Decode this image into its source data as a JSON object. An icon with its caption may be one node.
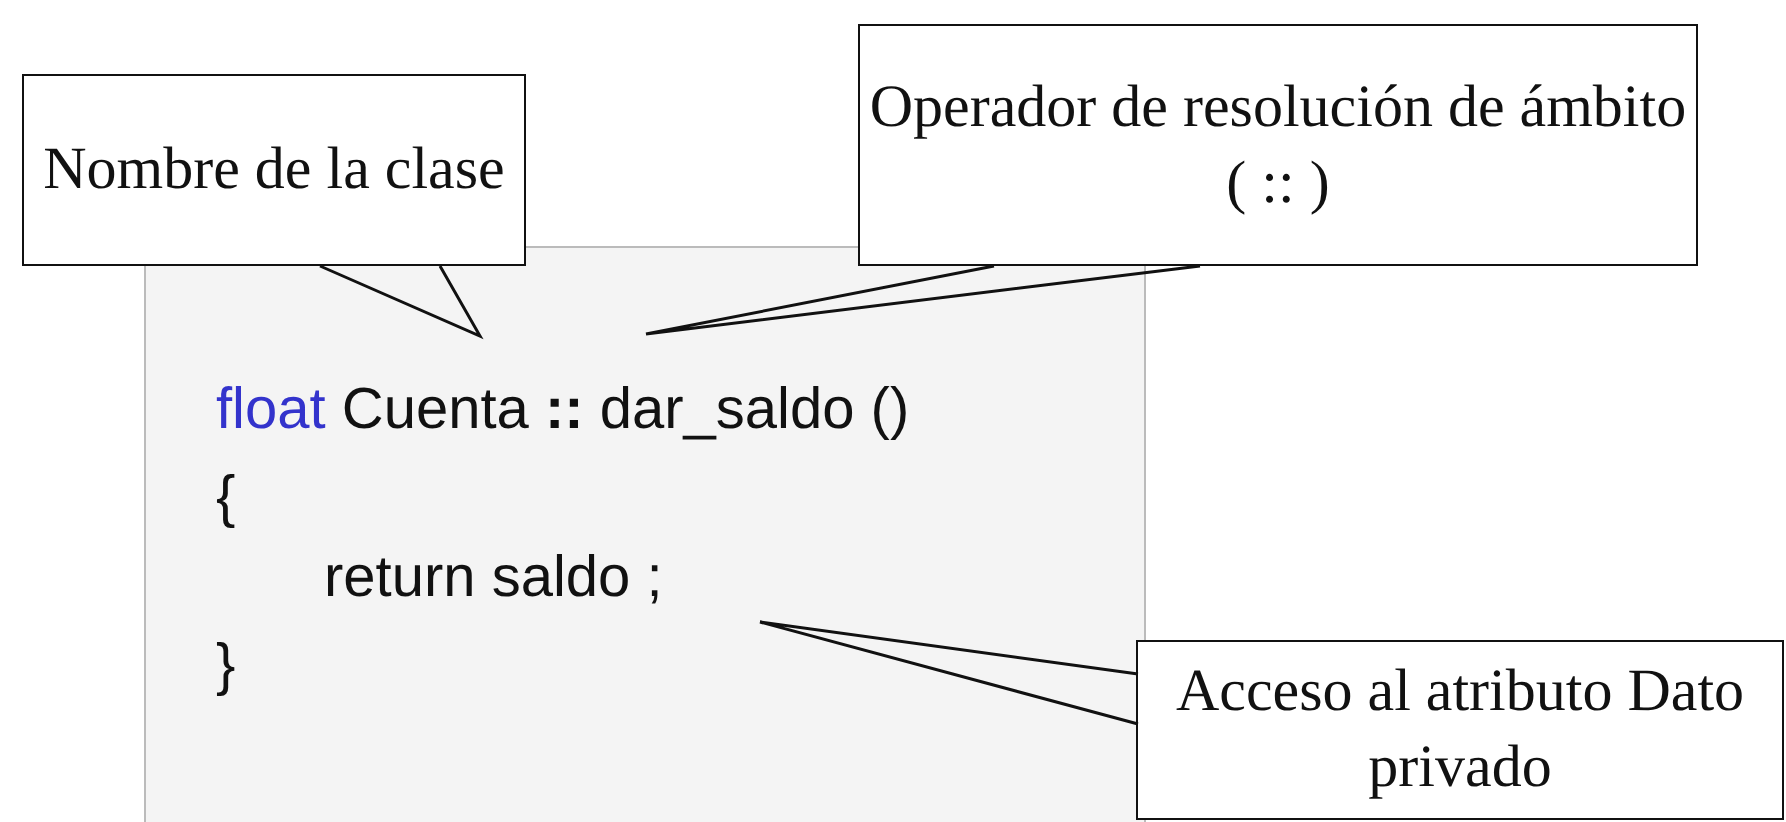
{
  "diagram": {
    "nodes": [
      {
        "text": [
          "Nombre de la clase"
        ]
      },
      {
        "text": [
          "Operador de resolución de ámbito ( :: )"
        ]
      },
      {
        "text": [
          "Acceso al atributo Dato privado"
        ]
      }
    ],
    "edges": [
      {
        "from": 0,
        "to": null,
        "arrow": "none"
      },
      {
        "from": 1,
        "to": null,
        "arrow": "none"
      },
      {
        "from": 2,
        "to": null,
        "arrow": "none"
      }
    ],
    "labels": [
      "float Cuenta **::** dar_saldo ()",
      "{",
      "return saldo ;",
      "}"
    ]
  }
}
